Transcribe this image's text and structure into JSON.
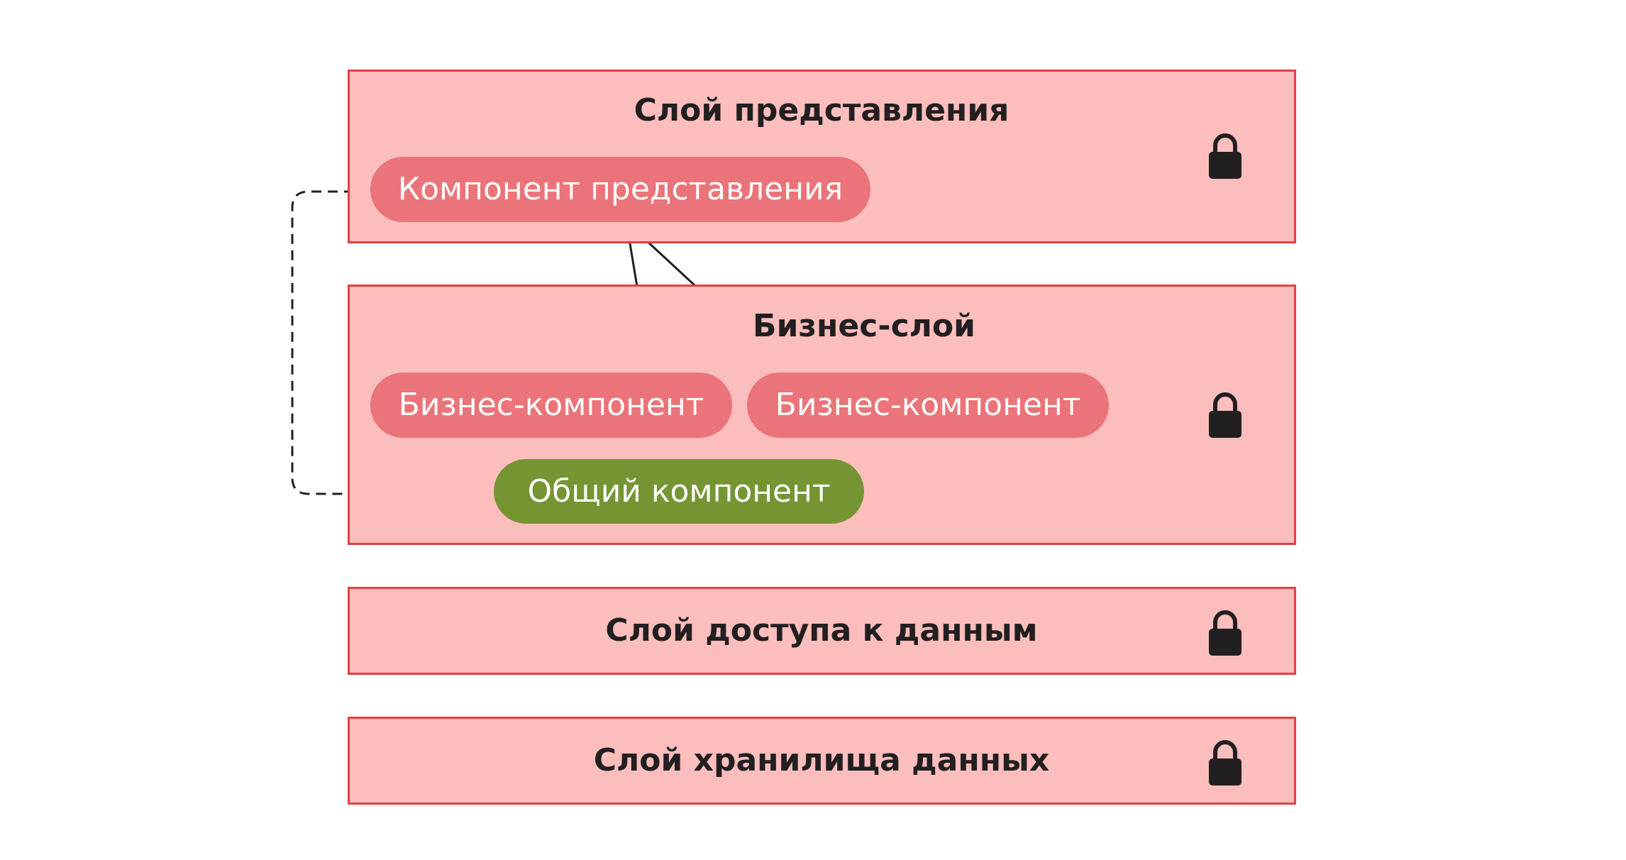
{
  "diagram": {
    "colors": {
      "layer_fill": "#fcbdbd",
      "layer_border": "#e63f45",
      "component": "#ea7479",
      "shared_component": "#759532",
      "text_dark": "#221f20",
      "lock": "#221f20"
    },
    "layers": [
      {
        "id": "presentation",
        "title": "Слой представления",
        "icon": "lock-icon"
      },
      {
        "id": "business",
        "title": "Бизнес-слой",
        "icon": "lock-icon"
      },
      {
        "id": "data-access",
        "title": "Слой доступа к данным",
        "icon": "lock-icon"
      },
      {
        "id": "storage",
        "title": "Слой хранилища данных",
        "icon": "lock-icon"
      }
    ],
    "components": {
      "presentation_component": "Компонент представления",
      "business_component_1": "Бизнес-компонент",
      "business_component_2": "Бизнес-компонент",
      "shared_component": "Общий компонент"
    },
    "connections": [
      {
        "from": "presentation_component",
        "to": "business_component_1",
        "style": "solid"
      },
      {
        "from": "presentation_component",
        "to": "business_component_2",
        "style": "solid"
      },
      {
        "from": "business_component_1",
        "to": "shared_component",
        "style": "solid"
      },
      {
        "from": "business_component_2",
        "to": "shared_component",
        "style": "solid"
      },
      {
        "from": "presentation_component",
        "to": "shared_component",
        "style": "dashed-arrow"
      }
    ]
  }
}
